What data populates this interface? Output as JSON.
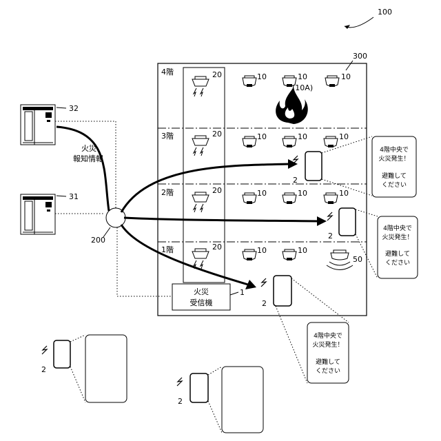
{
  "figure": {
    "system_ref": "100",
    "building_ref": "300",
    "network_ref": "200"
  },
  "floors": [
    "4階",
    "3階",
    "2階",
    "1階"
  ],
  "detector_ref": "10",
  "fire_detector_ref": "(10A)",
  "speaker_ref": "20",
  "server_ref_a": "32",
  "server_ref_b": "31",
  "terminal_ref": "2",
  "receiver": {
    "ref": "1",
    "line1": "火災",
    "line2": "受信機"
  },
  "siren_ref": "50",
  "fire_info_label": [
    "火災",
    "報知情報"
  ],
  "message": [
    "4階中央で",
    "火災発生！",
    "避難して",
    "ください"
  ]
}
